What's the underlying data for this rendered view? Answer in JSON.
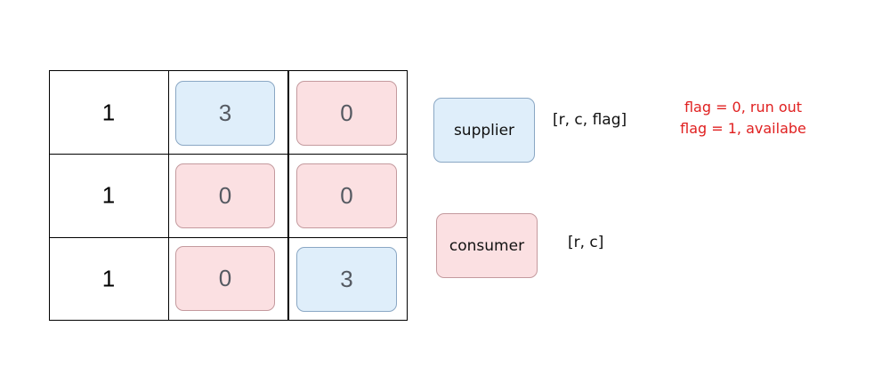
{
  "grid": {
    "rows": [
      {
        "label": "1",
        "cells": [
          {
            "value": "3",
            "kind": "supplier"
          },
          {
            "value": "0",
            "kind": "consumer"
          }
        ]
      },
      {
        "label": "1",
        "cells": [
          {
            "value": "0",
            "kind": "consumer"
          },
          {
            "value": "0",
            "kind": "consumer"
          }
        ]
      },
      {
        "label": "1",
        "cells": [
          {
            "value": "0",
            "kind": "consumer"
          },
          {
            "value": "3",
            "kind": "supplier"
          }
        ]
      }
    ]
  },
  "legend": {
    "supplier": {
      "label": "supplier",
      "format": "[r, c, flag]",
      "color": "#dfeefa"
    },
    "consumer": {
      "label": "consumer",
      "format": "[r, c]",
      "color": "#fbe0e2"
    }
  },
  "flag_notes": {
    "line1": "flag = 0, run out",
    "line2": "flag = 1, availabe",
    "color": "#e02020"
  }
}
